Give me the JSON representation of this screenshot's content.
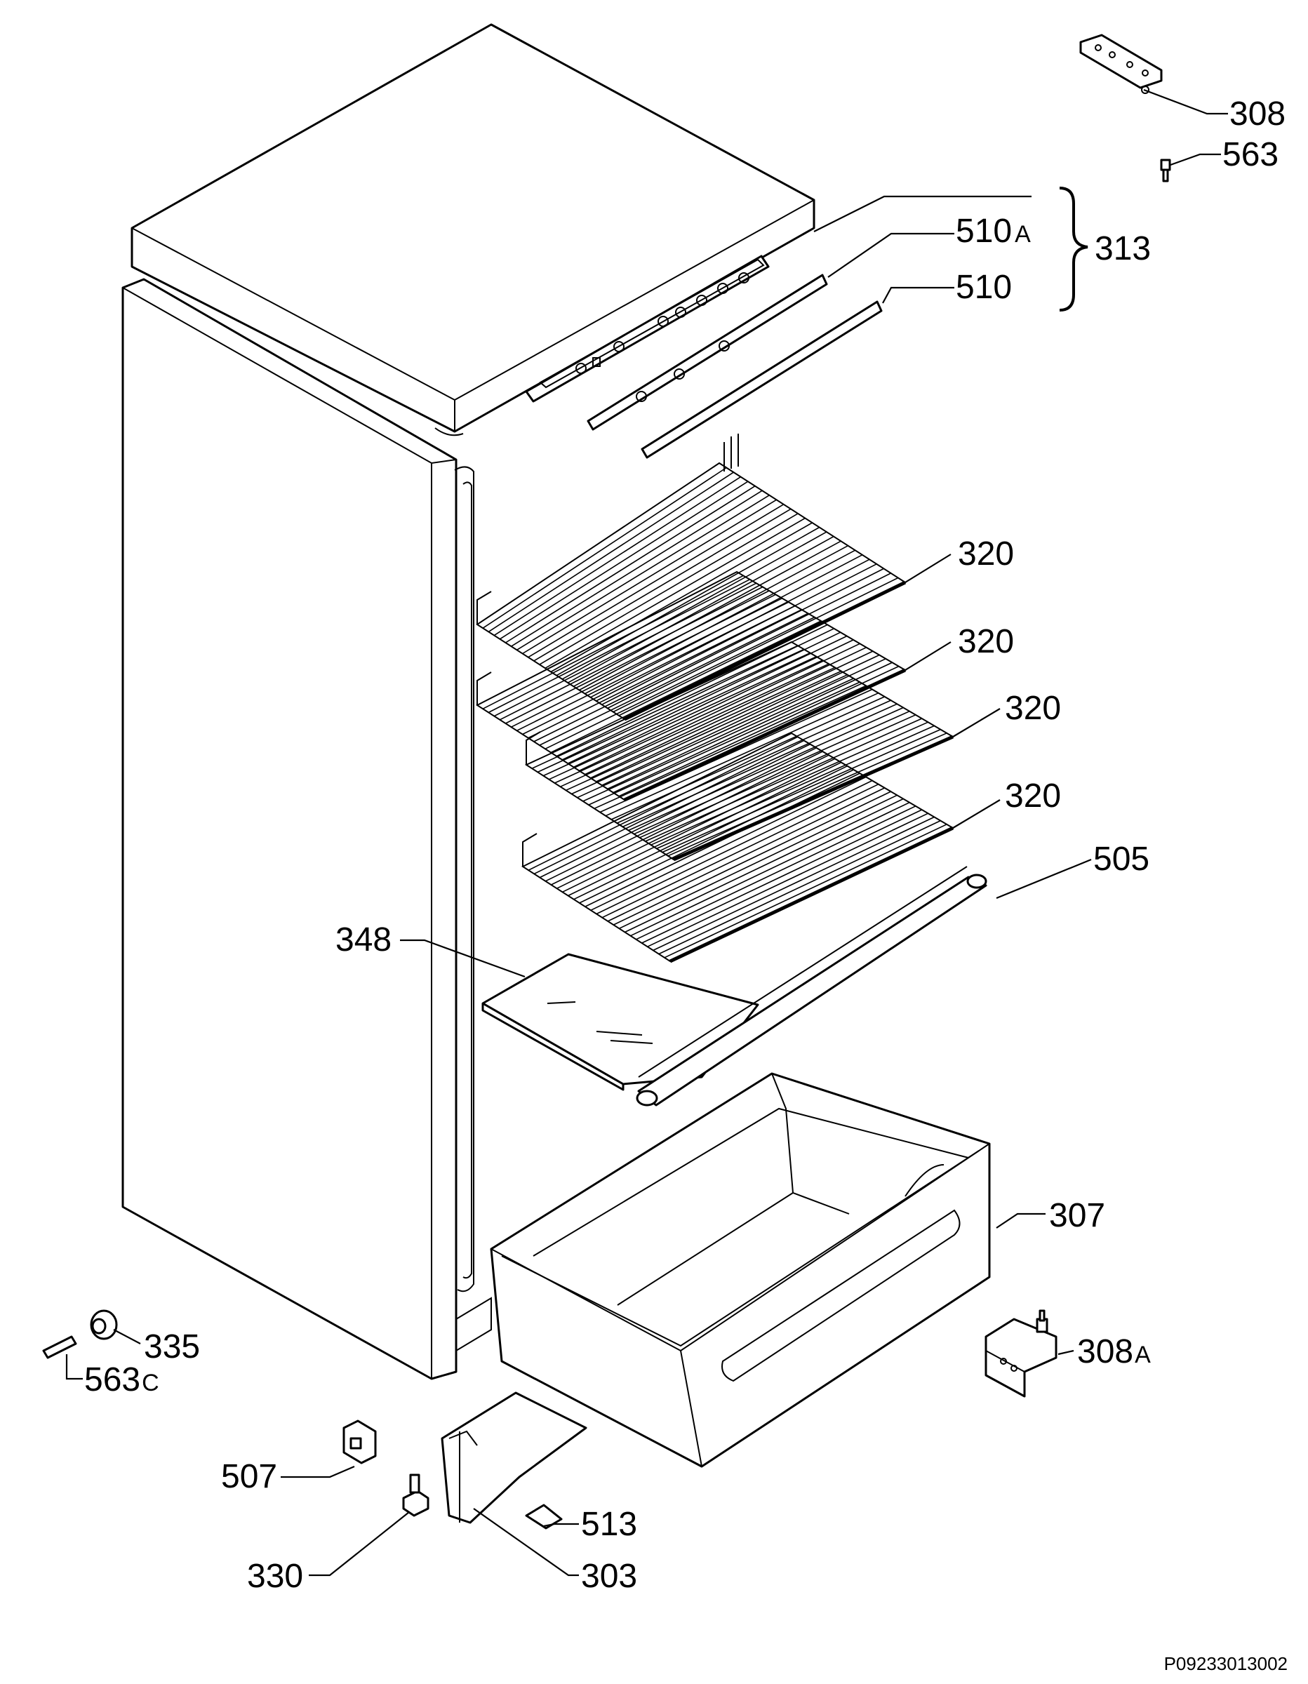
{
  "document_id": "P09233013002",
  "parts": [
    {
      "id": "p308",
      "number": "308",
      "suffix": ""
    },
    {
      "id": "p563",
      "number": "563",
      "suffix": ""
    },
    {
      "id": "p510a",
      "number": "510",
      "suffix": "A"
    },
    {
      "id": "p313",
      "number": "313",
      "suffix": ""
    },
    {
      "id": "p510",
      "number": "510",
      "suffix": ""
    },
    {
      "id": "p320a",
      "number": "320",
      "suffix": ""
    },
    {
      "id": "p320b",
      "number": "320",
      "suffix": ""
    },
    {
      "id": "p320c",
      "number": "320",
      "suffix": ""
    },
    {
      "id": "p320d",
      "number": "320",
      "suffix": ""
    },
    {
      "id": "p505",
      "number": "505",
      "suffix": ""
    },
    {
      "id": "p348",
      "number": "348",
      "suffix": ""
    },
    {
      "id": "p307",
      "number": "307",
      "suffix": ""
    },
    {
      "id": "p335",
      "number": "335",
      "suffix": ""
    },
    {
      "id": "p563c",
      "number": "563",
      "suffix": "C"
    },
    {
      "id": "p308a",
      "number": "308",
      "suffix": "A"
    },
    {
      "id": "p507",
      "number": "507",
      "suffix": ""
    },
    {
      "id": "p513",
      "number": "513",
      "suffix": ""
    },
    {
      "id": "p330",
      "number": "330",
      "suffix": ""
    },
    {
      "id": "p303",
      "number": "303",
      "suffix": ""
    }
  ]
}
